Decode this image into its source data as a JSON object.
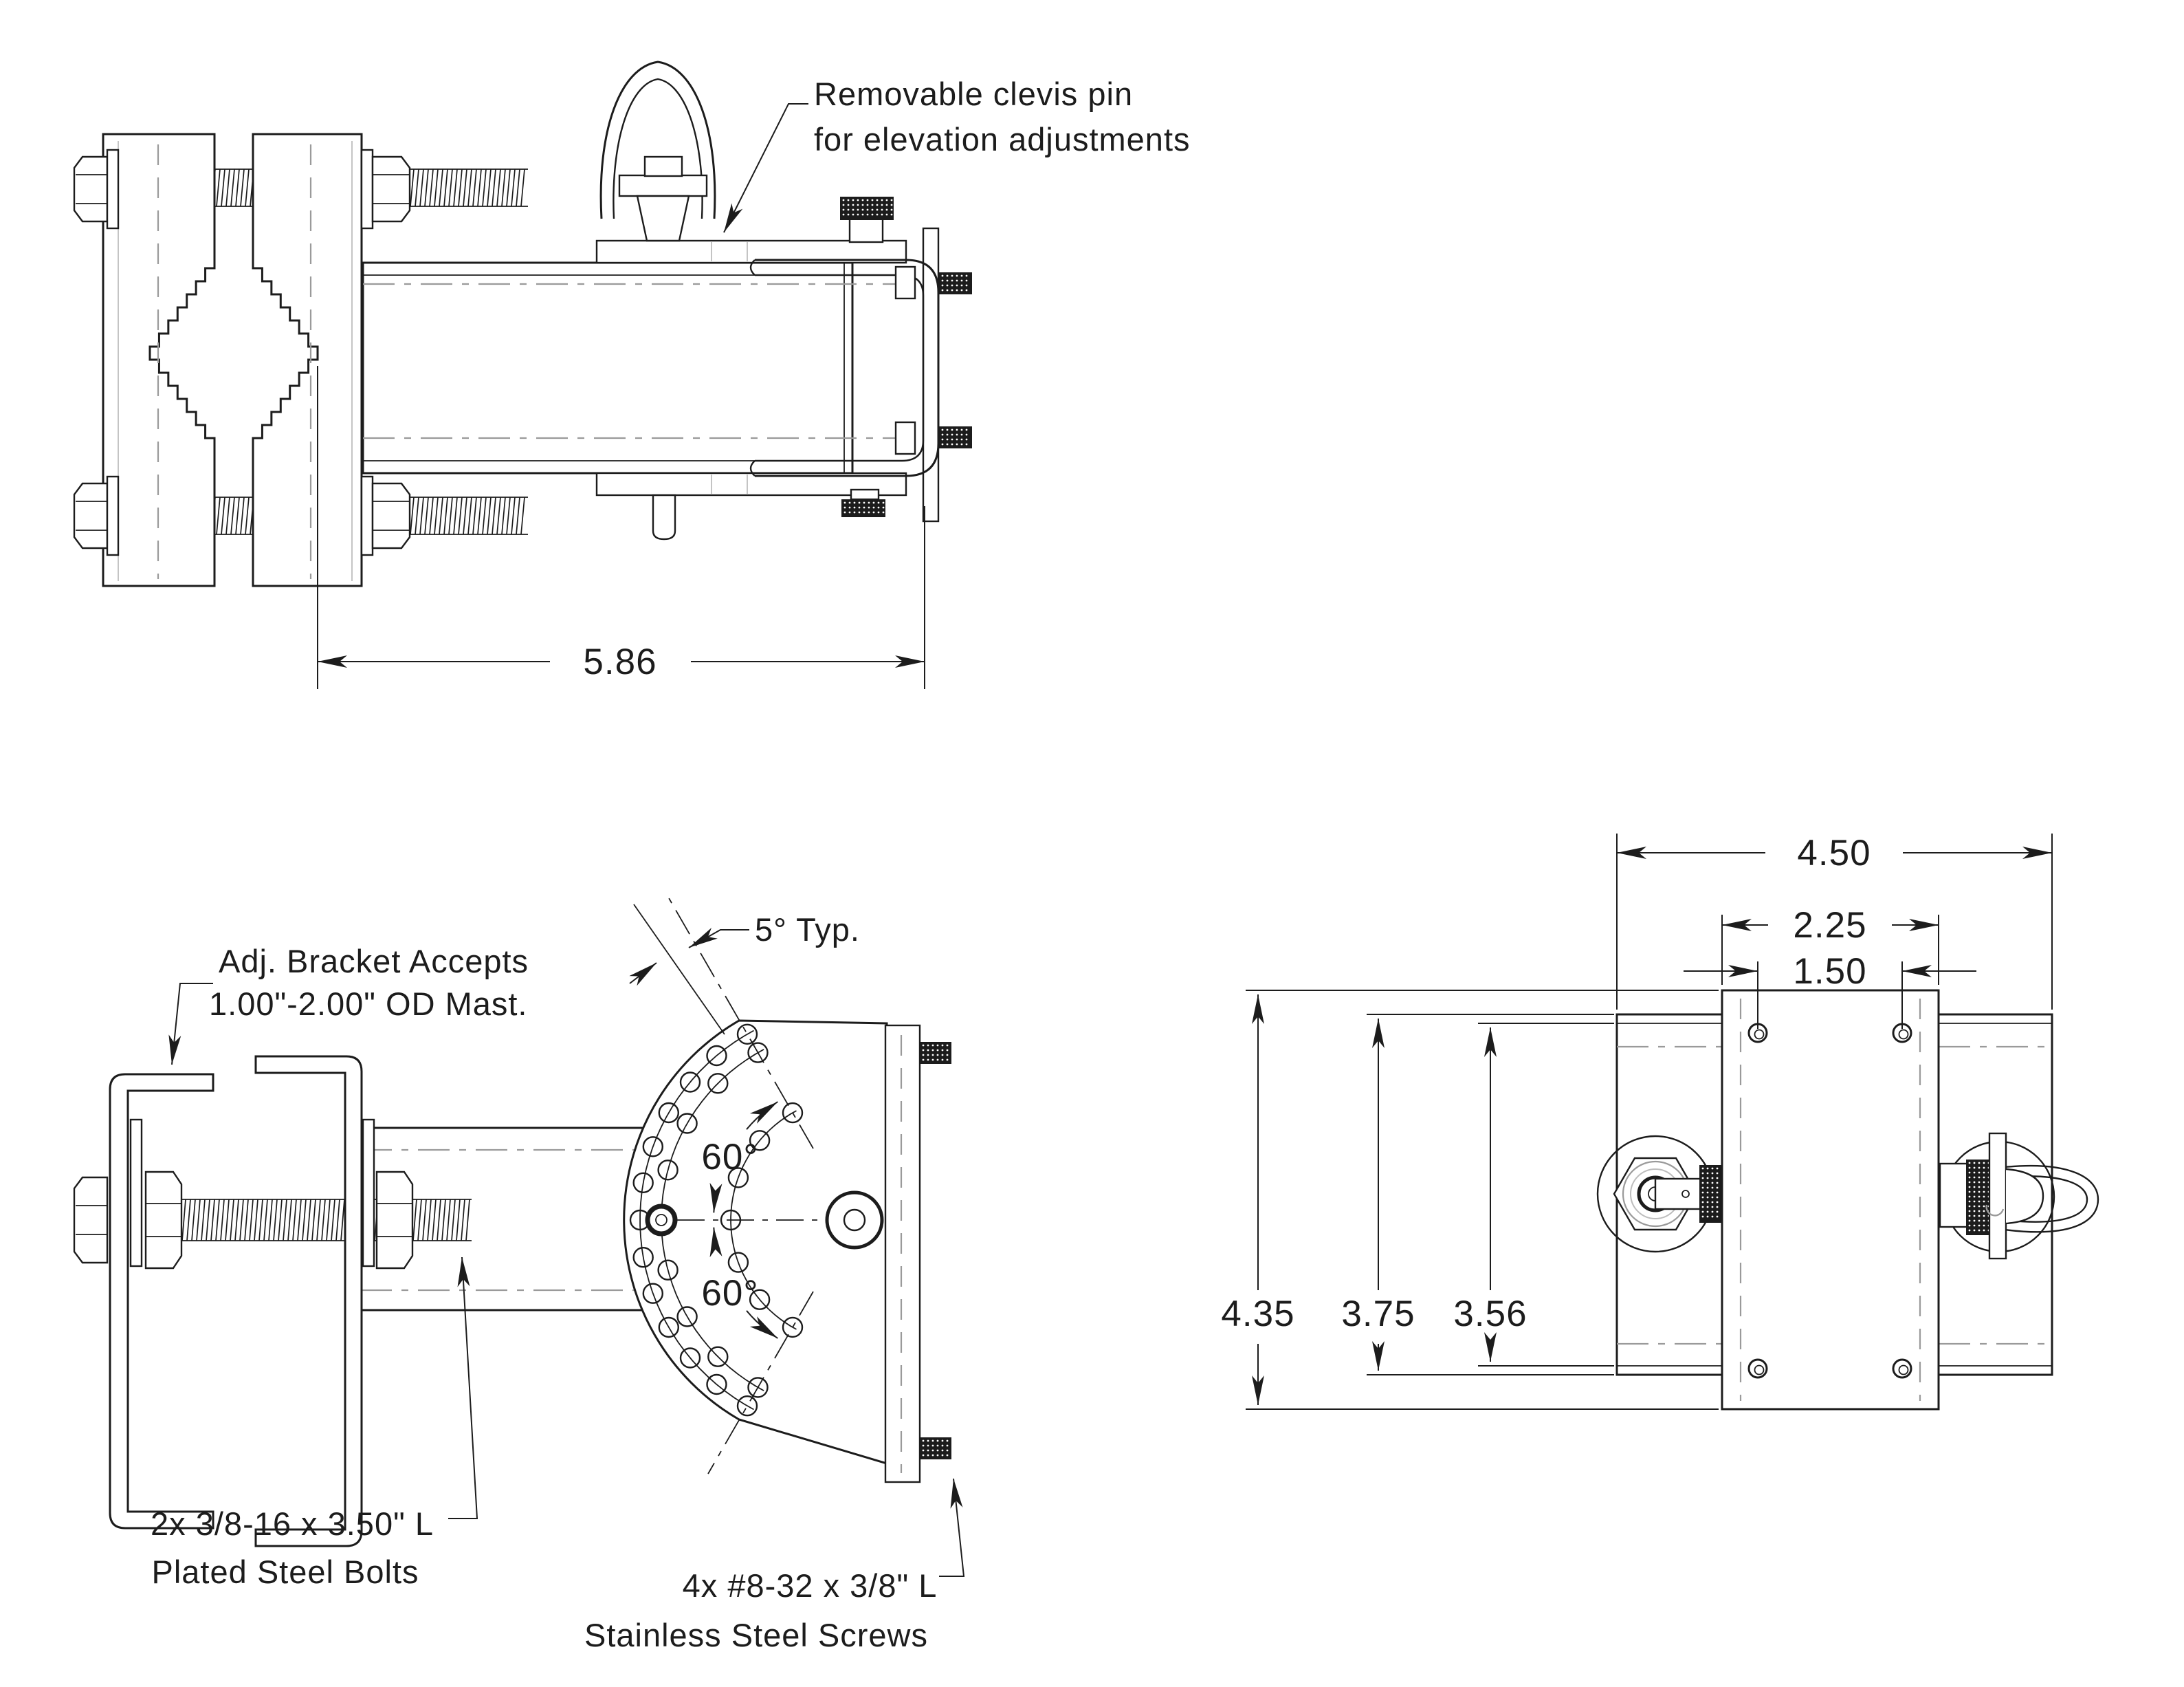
{
  "colors": {
    "line": "#1c1c1c",
    "hidden": "#9a9a9a",
    "background": "#ffffff"
  },
  "notes": {
    "clevis": {
      "line1": "Removable clevis pin",
      "line2": "for elevation adjustments"
    },
    "mast": {
      "line1": "Adj. Bracket Accepts",
      "line2": "1.00\"-2.00\" OD Mast."
    },
    "bolts": {
      "line1": "2x 3/8-16 x 3.50\" L",
      "line2": "Plated Steel Bolts"
    },
    "screws": {
      "line1": "4x #8-32 x 3/8\" L",
      "line2": "Stainless Steel Screws"
    },
    "angle_typ": "5° Typ.",
    "angle_up": "60°",
    "angle_down": "60°"
  },
  "dims": {
    "boom_length": "5.86",
    "outer_width": "4.50",
    "plate_width": "2.25",
    "hole_spacing": "1.50",
    "plate_height": "4.35",
    "bracket_height": "3.75",
    "channel_height": "3.56"
  }
}
